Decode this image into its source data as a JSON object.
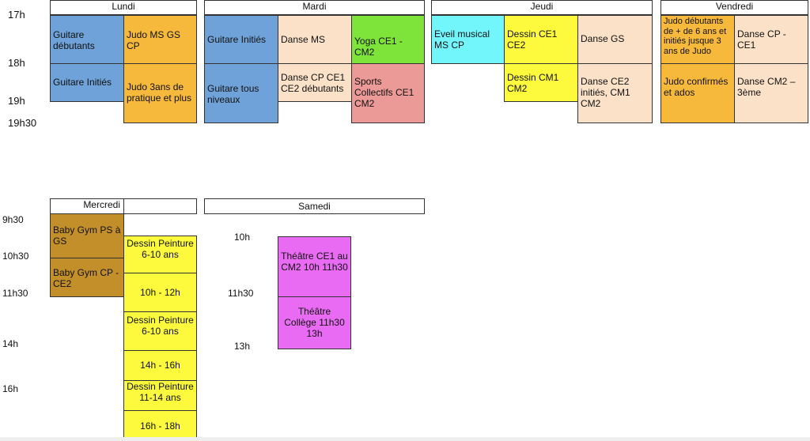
{
  "top": {
    "times": [
      "17h",
      "18h",
      "19h",
      "19h30"
    ],
    "days": {
      "lundi": "Lundi",
      "mardi": "Mardi",
      "jeudi": "Jeudi",
      "vendredi": "Vendredi"
    },
    "cells": {
      "lundi_guitare_deb": "Guitare débutants",
      "lundi_judo_ms": "Judo MS GS CP",
      "lundi_guitare_init": "Guitare Initiés",
      "lundi_judo_3ans": "Judo 3ans de pratique et plus",
      "mardi_guitare_init": "Guitare Initiés",
      "mardi_danse_ms": "Danse MS",
      "mardi_yoga": "Yoga CE1 -CM2",
      "mardi_guitare_tous": "Guitare tous niveaux",
      "mardi_danse_cp": "Danse CP CE1 CE2 débutants",
      "mardi_sports": "Sports Collectifs CE1 CM2",
      "jeudi_eveil": "Eveil musical MS CP",
      "jeudi_dessin_ce1": "Dessin CE1 CE2",
      "jeudi_danse_gs": "Danse GS",
      "jeudi_dessin_cm1": "Dessin CM1 CM2",
      "jeudi_danse_ce2": "Danse CE2 initiés, CM1 CM2",
      "vendredi_judo_deb": "Judo débutants de + de 6 ans et initiés jusque 3 ans de Judo",
      "vendredi_danse_cp": "Danse CP - CE1",
      "vendredi_judo_conf": "Judo confirmés et ados",
      "vendredi_danse_cm2": "Danse CM2 – 3ème"
    }
  },
  "bottom": {
    "times_left": [
      "9h30",
      "10h30",
      "11h30",
      "14h",
      "16h"
    ],
    "times_samedi": [
      "10h",
      "11h30",
      "13h"
    ],
    "days": {
      "mercredi": "Mercredi",
      "samedi": "Samedi"
    },
    "cells": {
      "babygym_ps": "Baby Gym PS à GS",
      "babygym_cp": "Baby Gym CP -CE2",
      "dessin_1": "Dessin Peinture  6-10 ans",
      "dessin_1_time": "10h - 12h",
      "dessin_2": "Dessin Peinture 6-10 ans",
      "dessin_2_time": "14h - 16h",
      "dessin_3": "Dessin Peinture 11-14 ans",
      "dessin_3_time": "16h - 18h",
      "theatre_ce1": "Théâtre CE1 au CM2 10h 11h30",
      "theatre_college": "Théâtre Collège 11h30 13h"
    }
  },
  "colors": {
    "blue": "#6fa2d8",
    "orange": "#f6b93b",
    "peach": "#fbe1c8",
    "green": "#7fe43a",
    "red": "#ec9a98",
    "cyan": "#72f6fc",
    "yellow": "#fdfa3d",
    "brown": "#c38f2b",
    "magenta": "#ea6bf3"
  }
}
